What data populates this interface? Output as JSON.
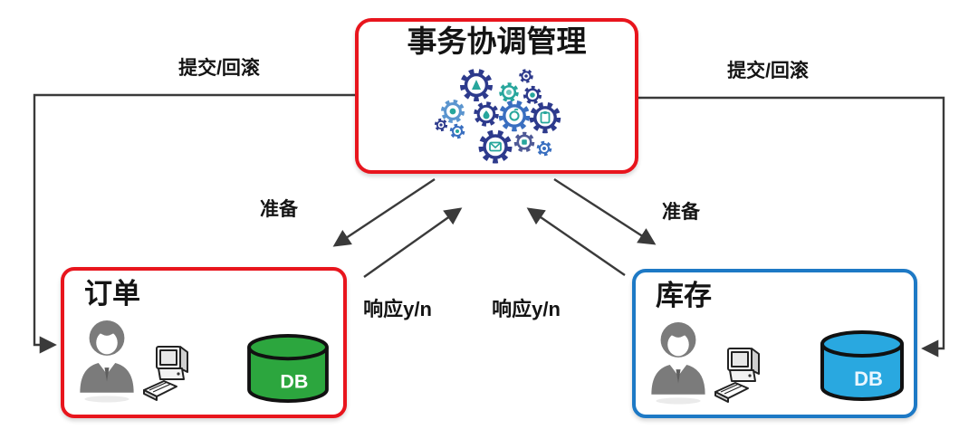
{
  "coordinator": {
    "title": "事务协调管理"
  },
  "participants": {
    "order": {
      "title": "订单",
      "db_label": "DB"
    },
    "inventory": {
      "title": "库存",
      "db_label": "DB"
    }
  },
  "edge_labels": {
    "commit_rollback_left": "提交/回滚",
    "commit_rollback_right": "提交/回滚",
    "prepare_left": "准备",
    "prepare_right": "准备",
    "response_left": "响应y/n",
    "response_right": "响应y/n"
  },
  "colors": {
    "coordinator_border": "#e8151d",
    "order_border": "#e8151d",
    "inventory_border": "#1d79c5",
    "order_db_fill": "#2ca63e",
    "inventory_db_fill": "#29a8e0",
    "connector": "#3a3a3a",
    "person_gray": "#7b7b7b"
  }
}
